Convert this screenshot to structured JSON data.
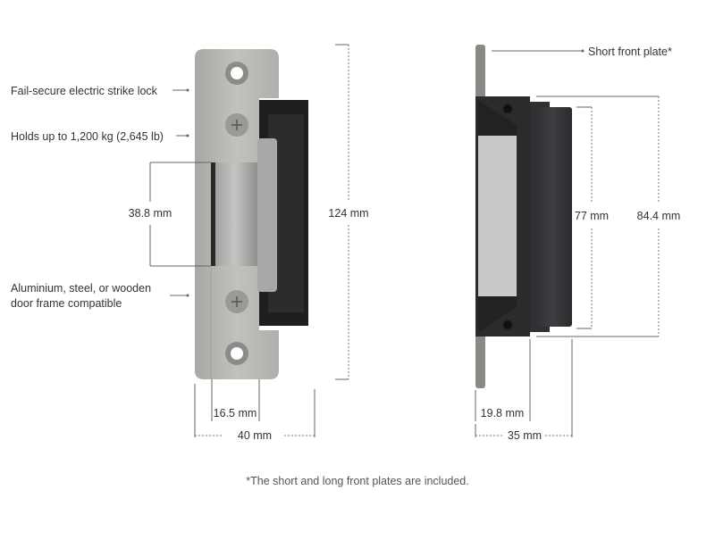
{
  "callouts": {
    "fail_secure": "Fail-secure electric strike lock",
    "holds": "Holds up to 1,200 kg (2,645 lb)",
    "frame_line1": "Aluminium, steel, or wooden",
    "frame_line2": "door frame compatible",
    "short_plate": "Short front plate*"
  },
  "dimensions": {
    "height_front": "124 mm",
    "slot_height": "38.8 mm",
    "slot_width": "16.5 mm",
    "plate_width": "40 mm",
    "body_height": "77 mm",
    "overall_height_side": "84.4 mm",
    "body_depth": "19.8 mm",
    "overall_depth": "35 mm"
  },
  "footnote": "*The short and long front plates are included.",
  "colors": {
    "plate": "#b9b8b4",
    "housing": "#2b2b2d",
    "window": "#c9c9c7"
  }
}
